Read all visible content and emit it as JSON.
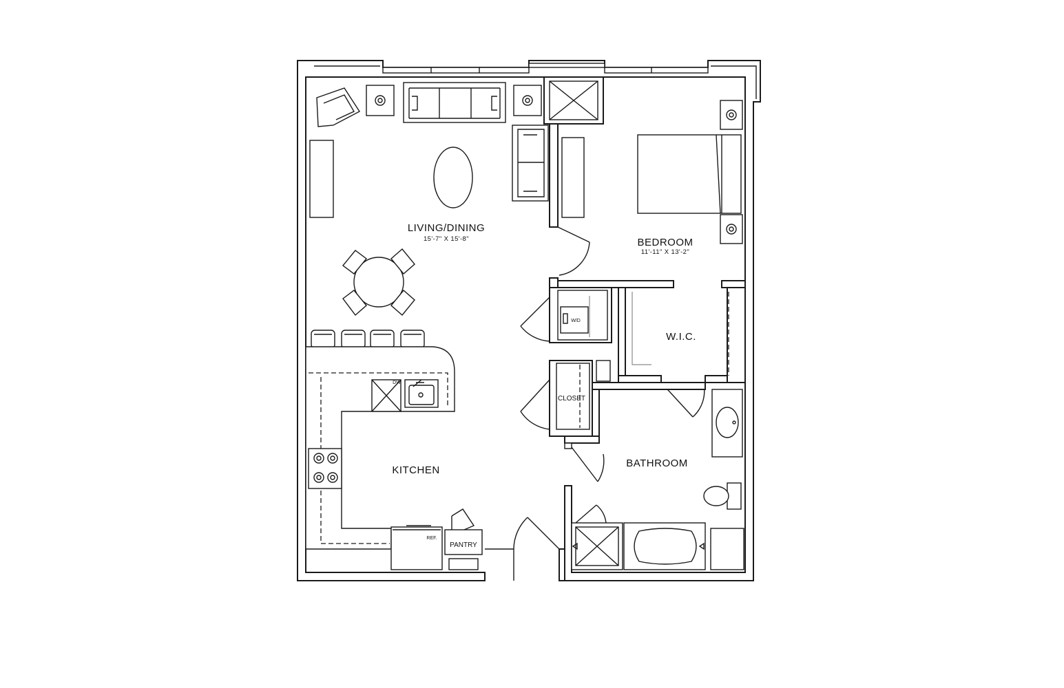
{
  "rooms": {
    "living": {
      "name": "LIVING/DINING",
      "dims": "15'-7\" X 15'-8\""
    },
    "bedroom": {
      "name": "BEDROOM",
      "dims": "11'-11\" X 13'-2\""
    },
    "wic": {
      "name": "W.I.C."
    },
    "kitchen": {
      "name": "KITCHEN"
    },
    "bathroom": {
      "name": "BATHROOM"
    },
    "closet": {
      "name": "CLOSET"
    },
    "pantry": {
      "name": "PANTRY"
    }
  },
  "appliances": {
    "washer_dryer": "W/D",
    "refrigerator": "REF.",
    "dishwasher": "DW"
  }
}
